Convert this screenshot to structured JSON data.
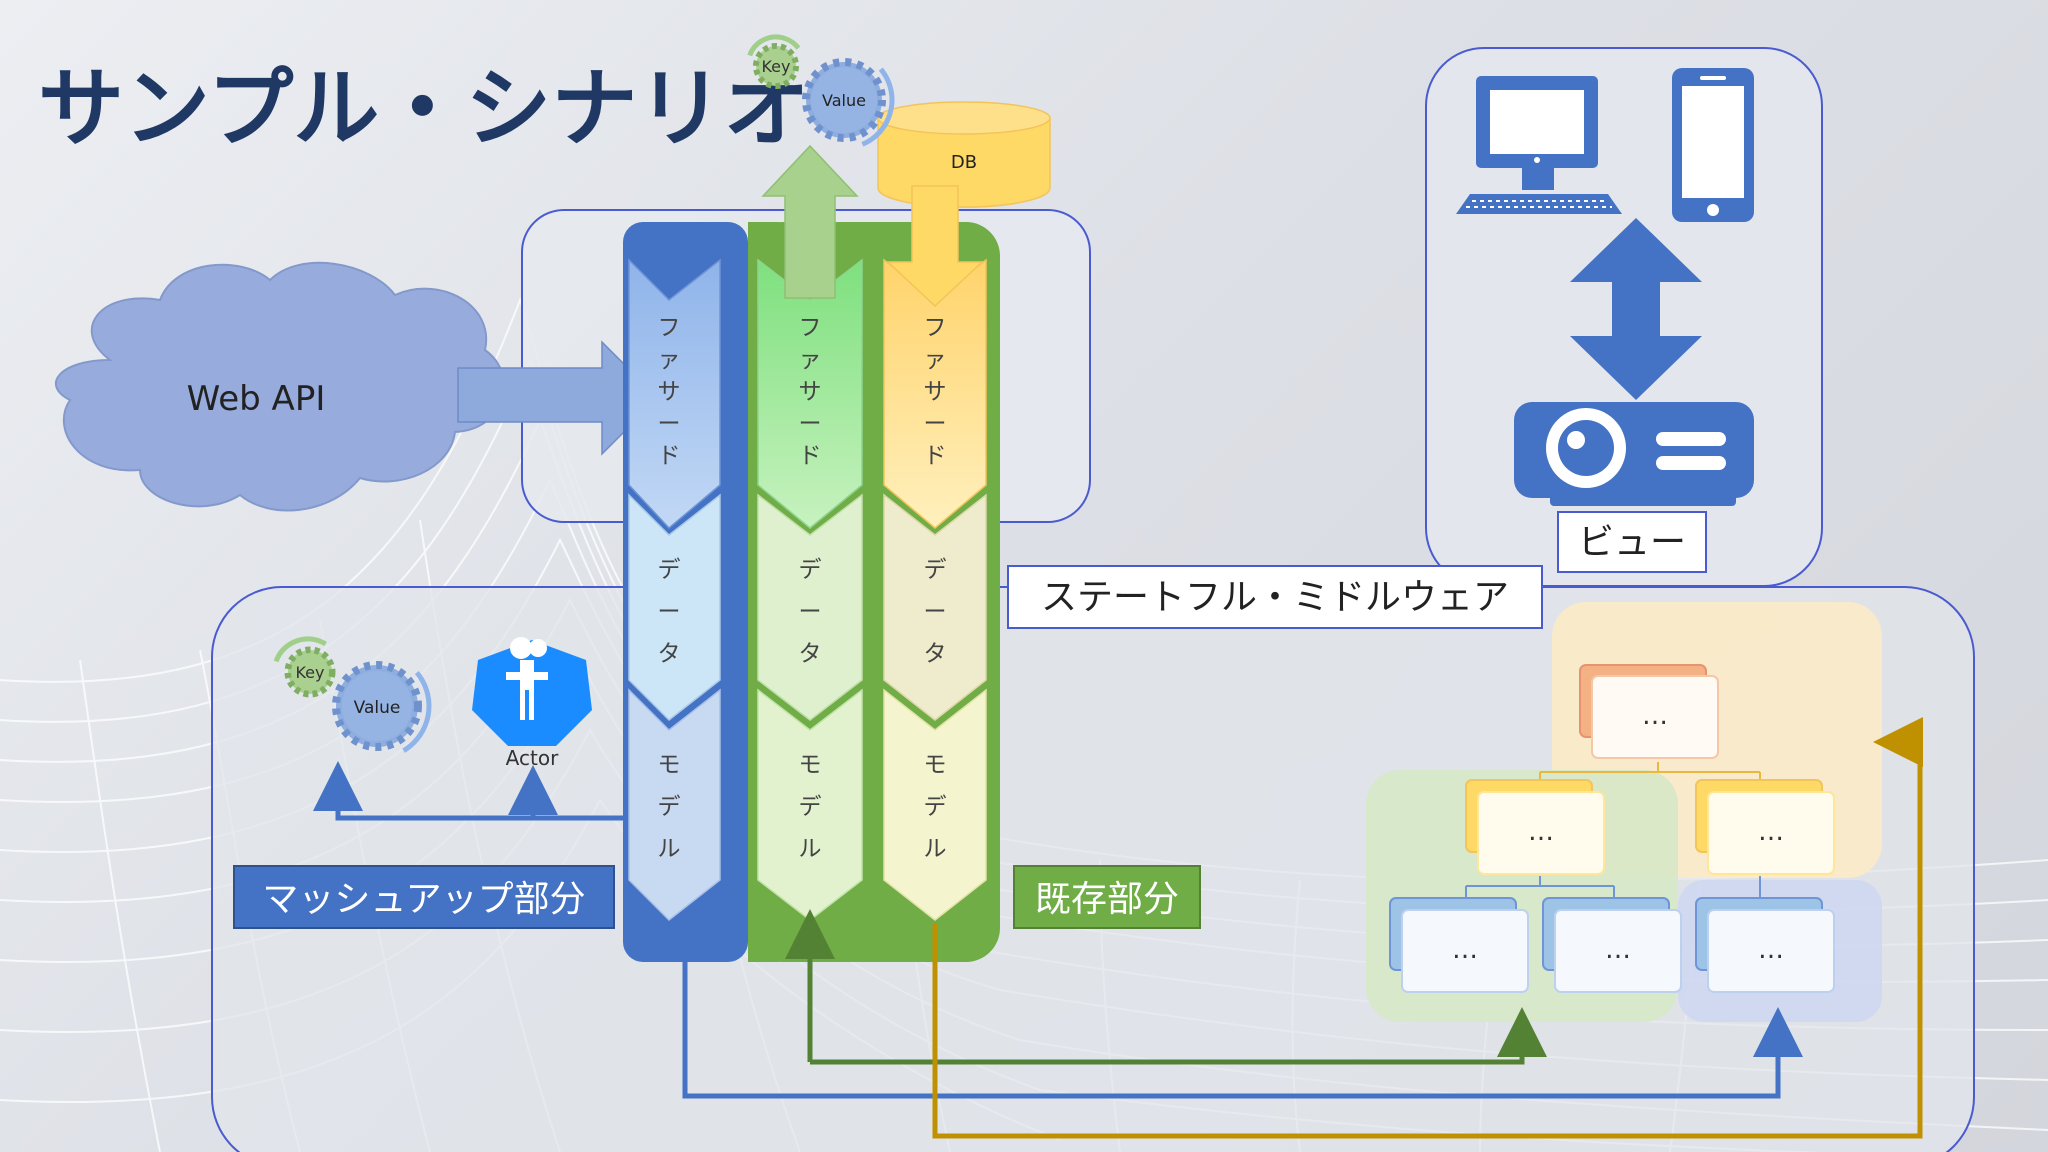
{
  "title": "サンプル・シナリオ",
  "facade_label": [
    "フ",
    "ァ",
    "サ",
    "ー",
    "ド"
  ],
  "data_label": [
    "デ",
    "ー",
    "タ"
  ],
  "model_label": [
    "モ",
    "デ",
    "ル"
  ],
  "web_api": "Web API",
  "db": "DB",
  "kv": {
    "key": "Key",
    "value": "Value"
  },
  "actor": "Actor",
  "view_label": "ビュー",
  "stateful_middleware": "ステートフル・ミドルウェア",
  "mashup_label": "マッシュアップ部分",
  "existing_label": "既存部分",
  "tree_node": "…",
  "colors": {
    "title": "#1f3864",
    "blue_column": "#4472c4",
    "green_column": "#70ad47",
    "orange_arrow": "#ffd966",
    "green_line": "#548235",
    "blue_line": "#4472c4",
    "gold_line": "#bf9000",
    "label_bg_blue": "#4472c4",
    "label_bg_green": "#70ad47"
  },
  "icons": [
    "cloud-icon",
    "gear-key-icon",
    "gear-value-icon",
    "actor-icon",
    "monitor-icon",
    "keyboard-icon",
    "phone-icon",
    "projector-icon",
    "database-icon"
  ]
}
